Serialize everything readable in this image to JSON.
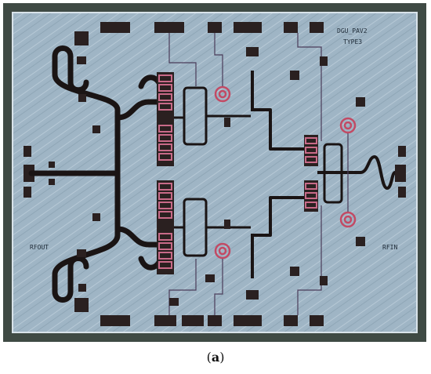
{
  "figure": {
    "caption_open": "(",
    "caption_letter": "a",
    "caption_close": ")"
  },
  "die_labels": {
    "name": "DGU_PAV2",
    "type": "TYPE3",
    "left_port": "RFOUT",
    "right_port": "RFIN"
  },
  "colors": {
    "substrate": "#9db3c3",
    "frame": "#3f4a44",
    "metal": "#1a1414",
    "pad": "#2a2020",
    "capacitor": "#c86a88",
    "inductor": "#c24a64",
    "trace": "#4a3c5a"
  }
}
